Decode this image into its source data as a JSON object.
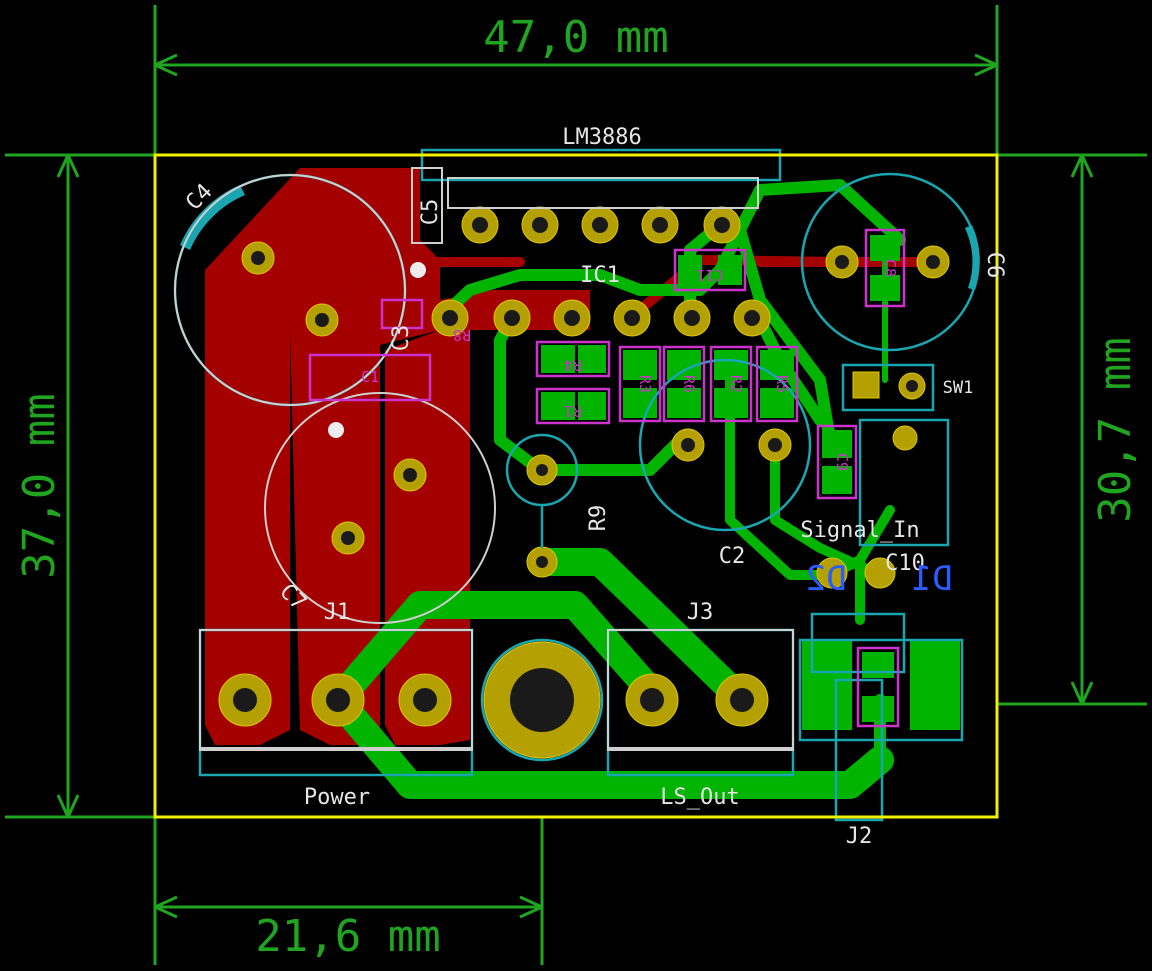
{
  "dimensions": {
    "width": "47,0 mm",
    "height_left": "37,0 mm",
    "height_right": "30,7 mm",
    "bottom": "21,6 mm"
  },
  "labels": {
    "ic_value": "LM3886",
    "ic_ref": "IC1",
    "c4": "C4",
    "c5": "C5",
    "c3": "C3",
    "c6": "C6",
    "c1": "C1",
    "c2": "C2",
    "c7": "C7",
    "c8": "C8",
    "c9": "C9",
    "c10": "C10",
    "c11": "C11",
    "r1": "R1",
    "r2": "R2",
    "r3": "R3",
    "r4": "R4",
    "r5": "R5",
    "r6": "R6",
    "r8": "R8",
    "r9": "R9",
    "sw1": "SW1",
    "j1": "J1",
    "j2": "J2",
    "j3": "J3",
    "power": "Power",
    "ls_out": "LS_Out",
    "signal_in": "Signal_In",
    "d1": "D1",
    "d2": "D2"
  },
  "colors": {
    "dimension": "#1fa51f",
    "edge_cuts": "#f0f000",
    "copper_front": "#a50000",
    "copper_back": "#00b400",
    "pad": "#b4a000",
    "courtyard": "#1aa6b0",
    "fab": "#cc33cc",
    "silkscreen": "#e6e6e6",
    "back_silk": "#2a5cff"
  }
}
